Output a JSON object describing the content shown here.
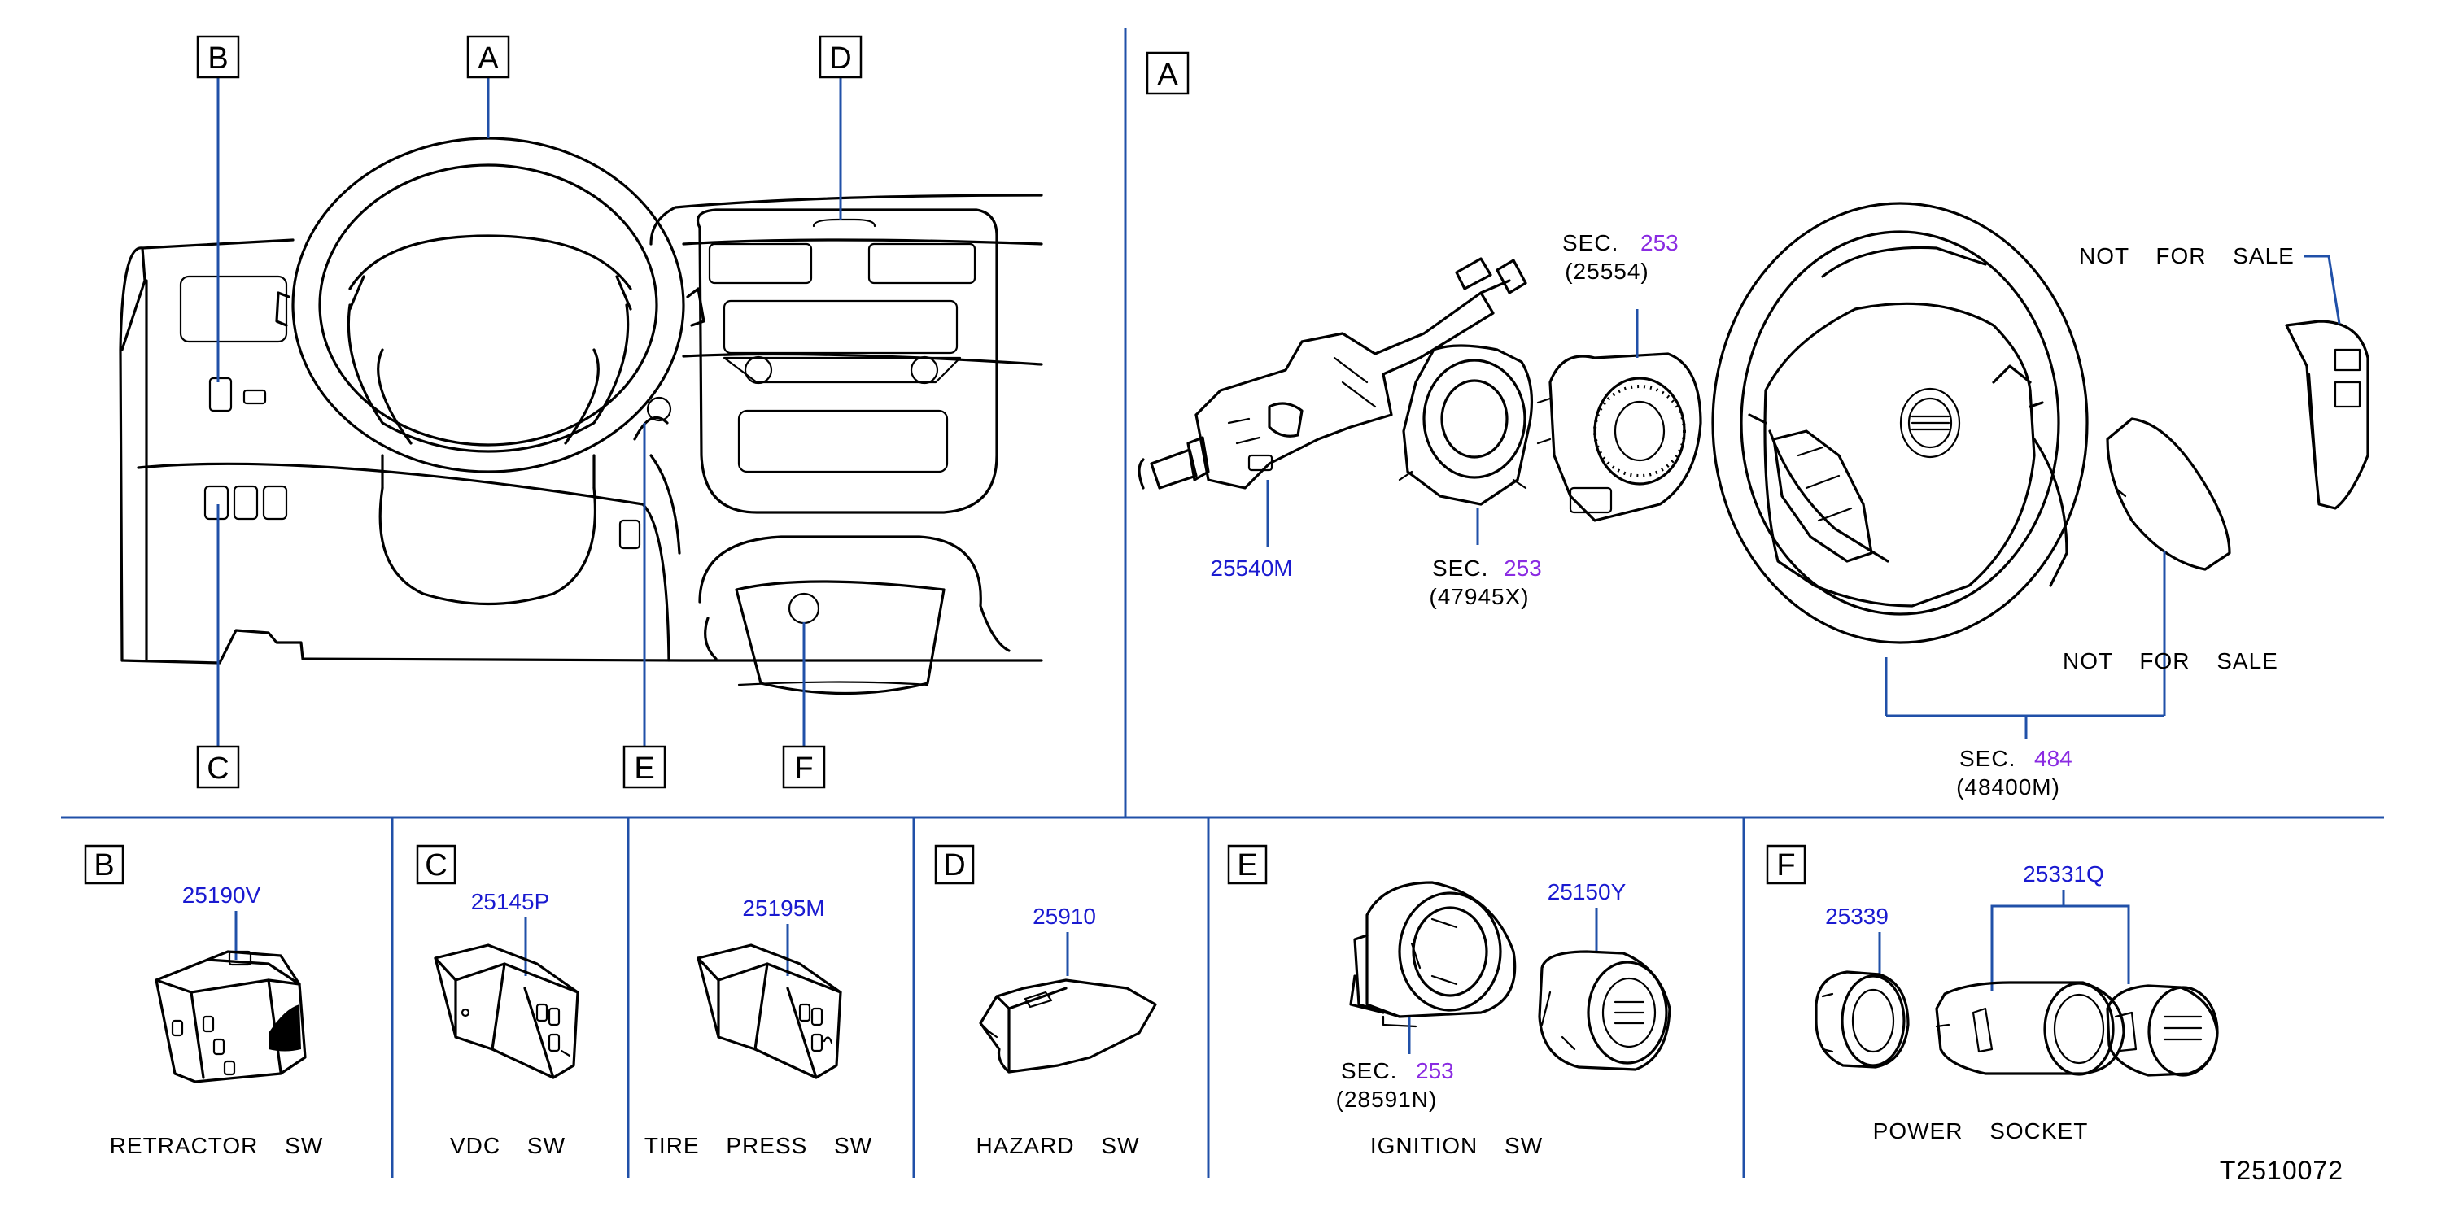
{
  "sheet_id": "T2510072",
  "overview": {
    "callouts": [
      "A",
      "B",
      "C",
      "D",
      "E",
      "F"
    ]
  },
  "panel_a": {
    "letter": "A",
    "parts": {
      "combination_switch": "25540M",
      "spiral_cable_sec_label": "SEC.",
      "spiral_cable_sec_num": "253",
      "spiral_cable_code": "(47945X)",
      "steering_sensor_sec_label": "SEC.",
      "steering_sensor_sec_num": "253",
      "steering_sensor_code": "(25554)",
      "steering_wheel_sec_label": "SEC.",
      "steering_wheel_sec_num": "484",
      "steering_wheel_code": "(48400M)",
      "switch_not_for_sale": "NOT  FOR  SALE",
      "cover_not_for_sale": "NOT  FOR  SALE"
    }
  },
  "panels": [
    {
      "id": "B",
      "letter": "B",
      "part": "25190V",
      "caption": "RETRACTOR  SW"
    },
    {
      "id": "C",
      "letter": "C",
      "part": "25145P",
      "caption": "VDC  SW"
    },
    {
      "id": "TP",
      "letter": "",
      "part": "25195M",
      "caption": "TIRE  PRESS  SW"
    },
    {
      "id": "D",
      "letter": "D",
      "part": "25910",
      "caption": "HAZARD  SW"
    },
    {
      "id": "E",
      "letter": "E",
      "part": "25150Y",
      "caption": "IGNITION  SW",
      "sec_label": "SEC.",
      "sec_num": "253",
      "sec_code": "(28591N)"
    },
    {
      "id": "F",
      "letter": "F",
      "part_a": "25339",
      "part_b": "25331Q",
      "caption": "POWER  SOCKET"
    }
  ]
}
